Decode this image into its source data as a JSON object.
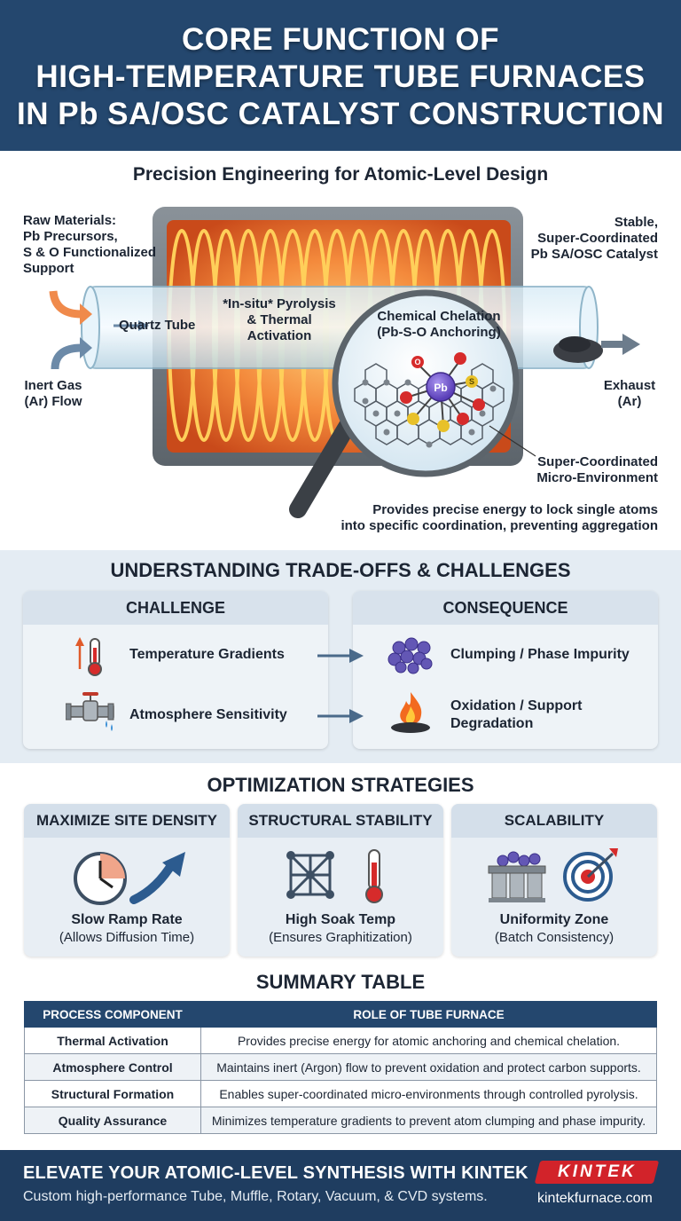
{
  "header": {
    "line1": "CORE FUNCTION OF",
    "line2": "HIGH-TEMPERATURE TUBE FURNACES",
    "line3": "IN Pb SA/OSC CATALYST CONSTRUCTION"
  },
  "diagram": {
    "subtitle": "Precision Engineering for Atomic-Level Design",
    "raw_materials": [
      "Raw Materials:",
      "Pb Precursors,",
      "S & O Functionalized",
      "Support"
    ],
    "inert_gas": [
      "Inert Gas",
      "(Ar) Flow"
    ],
    "quartz_tube": "Quartz Tube",
    "pyrolysis": [
      "*In-situ* Pyrolysis",
      "& Thermal",
      "Activation"
    ],
    "chelation": [
      "Chemical Chelation",
      "(Pb-S-O Anchoring)"
    ],
    "center_atom": "Pb",
    "o_atom": "O",
    "s_atom": "S",
    "product": [
      "Stable,",
      "Super-Coordinated",
      "Pb SA/OSC Catalyst"
    ],
    "exhaust": [
      "Exhaust",
      "(Ar)"
    ],
    "micro_env": [
      "Super-Coordinated",
      "Micro-Environment"
    ],
    "caption": [
      "Provides precise energy to lock single atoms",
      "into specific coordination, preventing aggregation"
    ]
  },
  "tradeoffs": {
    "title": "UNDERSTANDING TRADE-OFFS & CHALLENGES",
    "challenge_header": "CHALLENGE",
    "consequence_header": "CONSEQUENCE",
    "rows": [
      {
        "challenge": "Temperature Gradients",
        "consequence": "Clumping / Phase Impurity",
        "challenge_icon": "thermometer-icon",
        "consequence_icon": "atom-cluster-icon"
      },
      {
        "challenge": "Atmosphere Sensitivity",
        "consequence": "Oxidation / Support Degradation",
        "challenge_icon": "valve-pipe-icon",
        "consequence_icon": "fire-icon"
      }
    ]
  },
  "strategies": {
    "title": "OPTIMIZATION STRATEGIES",
    "cards": [
      {
        "title": "MAXIMIZE SITE DENSITY",
        "label": "Slow Ramp Rate",
        "sub": "(Allows Diffusion Time)",
        "icon": "clock-arrow-icon"
      },
      {
        "title": "STRUCTURAL STABILITY",
        "label": "High Soak Temp",
        "sub": "(Ensures Graphitization)",
        "icon": "lattice-thermometer-icon"
      },
      {
        "title": "SCALABILITY",
        "label": "Uniformity Zone",
        "sub": "(Batch Consistency)",
        "icon": "crucible-target-icon"
      }
    ]
  },
  "summary": {
    "title": "SUMMARY TABLE",
    "headers": [
      "PROCESS COMPONENT",
      "ROLE OF TUBE FURNACE"
    ],
    "rows": [
      [
        "Thermal Activation",
        "Provides precise energy for atomic anchoring and chemical chelation."
      ],
      [
        "Atmosphere Control",
        "Maintains inert (Argon) flow to prevent oxidation and protect carbon supports."
      ],
      [
        "Structural Formation",
        "Enables super-coordinated micro-environments through controlled pyrolysis."
      ],
      [
        "Quality Assurance",
        "Minimizes temperature gradients to prevent atom clumping and phase impurity."
      ]
    ]
  },
  "footer": {
    "headline": "ELEVATE YOUR ATOMIC-LEVEL SYNTHESIS WITH KINTEK",
    "sub": "Custom high-performance Tube, Muffle, Rotary, Vacuum, & CVD systems.",
    "logo": "KINTEK",
    "url": "kintekfurnace.com"
  },
  "colors": {
    "navy": "#24476e",
    "heat_orange": "#f26a1f",
    "coil": "#ffb23a",
    "pb_purple": "#6a4fc9",
    "oxygen_red": "#d62b2b",
    "sulfur_yellow": "#e8c12a",
    "logo_red": "#d2232a"
  }
}
